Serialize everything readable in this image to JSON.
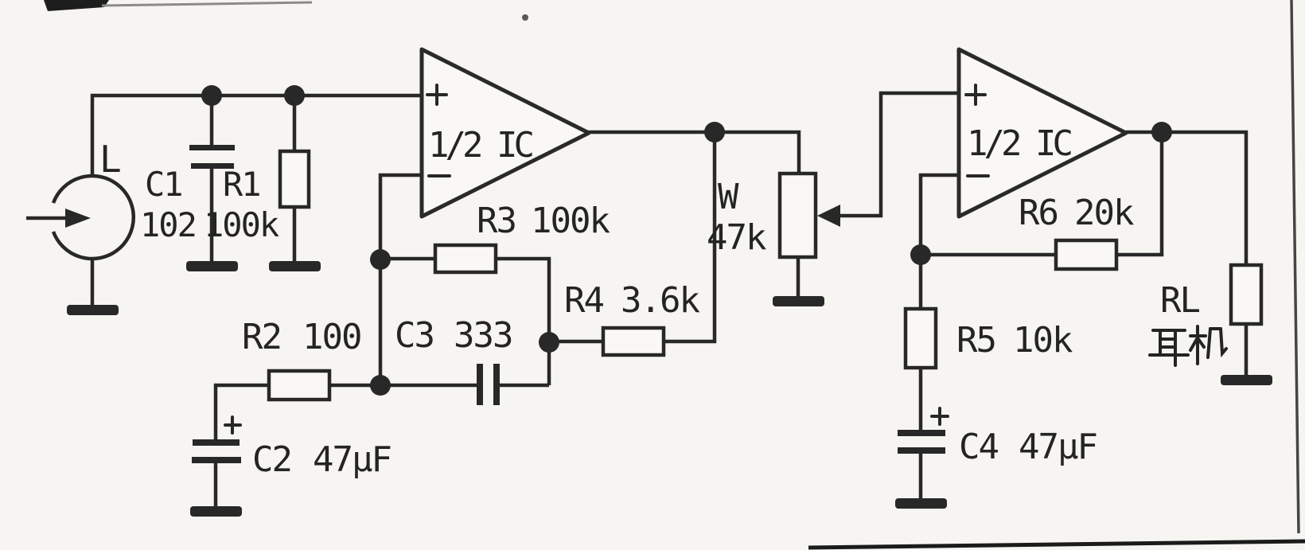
{
  "diagram_kind": "scanned circuit schematic",
  "colors": {
    "paper": "#f7f5f1",
    "ink": "#282828"
  },
  "icons": {
    "input_arrow": "right-arrow",
    "wiper_arrow": "left-arrow",
    "ground": "ground-bar",
    "junction": "dot",
    "opamp_plus": "+",
    "opamp_minus": "−",
    "electrolytic_plus": "+"
  },
  "components": {
    "input_jack": {
      "label": "L"
    },
    "c1": {
      "ref": "C1",
      "value": "102"
    },
    "r1": {
      "ref": "R1",
      "value": "100k"
    },
    "opamp1": {
      "label": "1/2 IC",
      "noninv_mark": "+",
      "inv_mark": "−"
    },
    "r3": {
      "ref": "R3",
      "value": "100k"
    },
    "c3": {
      "ref": "C3",
      "value": "333"
    },
    "r4": {
      "ref": "R4",
      "value": "3.6k"
    },
    "r2": {
      "ref": "R2",
      "value": "100"
    },
    "c2": {
      "ref": "C2",
      "value": "47µF",
      "polarity": "+"
    },
    "pot": {
      "ref": "W",
      "value": "47k"
    },
    "opamp2": {
      "label": "1/2 IC",
      "noninv_mark": "+",
      "inv_mark": "−"
    },
    "r6": {
      "ref": "R6",
      "value": "20k"
    },
    "r5": {
      "ref": "R5",
      "value": "10k"
    },
    "c4": {
      "ref": "C4",
      "value": "47µF",
      "polarity": "+"
    },
    "rl": {
      "ref": "RL",
      "value": "耳机"
    }
  }
}
